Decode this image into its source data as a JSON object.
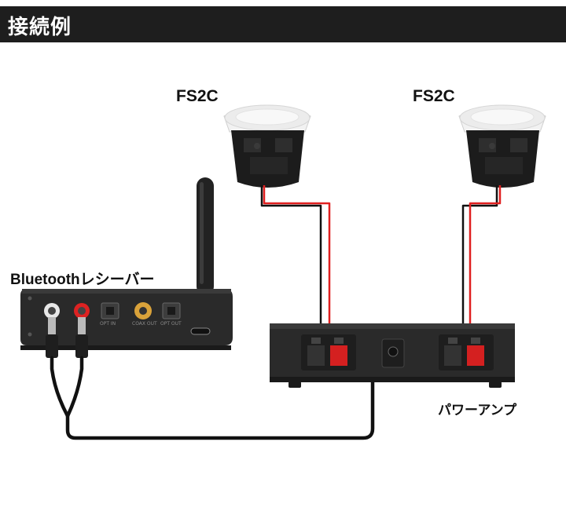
{
  "header": {
    "title": "接続例"
  },
  "speakers": [
    {
      "label": "FS2C"
    },
    {
      "label": "FS2C"
    }
  ],
  "receiver": {
    "label": "Bluetoothレシーバー",
    "ports": {
      "opt_in": "OPT IN",
      "coax_out": "COAX OUT",
      "opt_out": "OPT OUT"
    }
  },
  "amplifier": {
    "label": "パワーアンプ"
  },
  "colors": {
    "header_bg": "#1e1e1e",
    "device_body": "#2a2a2a",
    "wire_red": "#e02020",
    "wire_black": "#111111",
    "terminal_red": "#d42020"
  }
}
